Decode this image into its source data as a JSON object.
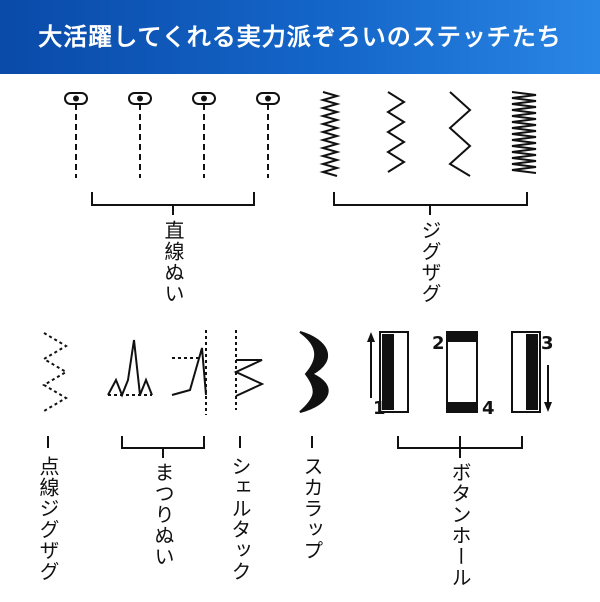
{
  "header": {
    "title": "大活躍してくれる実力派ぞろいのステッチたち"
  },
  "labels": {
    "straight": "直線ぬい",
    "zigzag": "ジグザグ",
    "dotted_zigzag": "点線ジグザグ",
    "blind_hem": "まつりぬい",
    "shell_tuck": "シェルタック",
    "scallop": "スカラップ",
    "buttonhole": "ボタンホール"
  },
  "buttonhole_steps": {
    "step1": "1",
    "step2": "2",
    "step3": "3",
    "step4": "4"
  },
  "colors": {
    "header_start": "#0a4aa8",
    "header_end": "#2a86e4",
    "ink": "#111111",
    "text_white": "#ffffff"
  }
}
